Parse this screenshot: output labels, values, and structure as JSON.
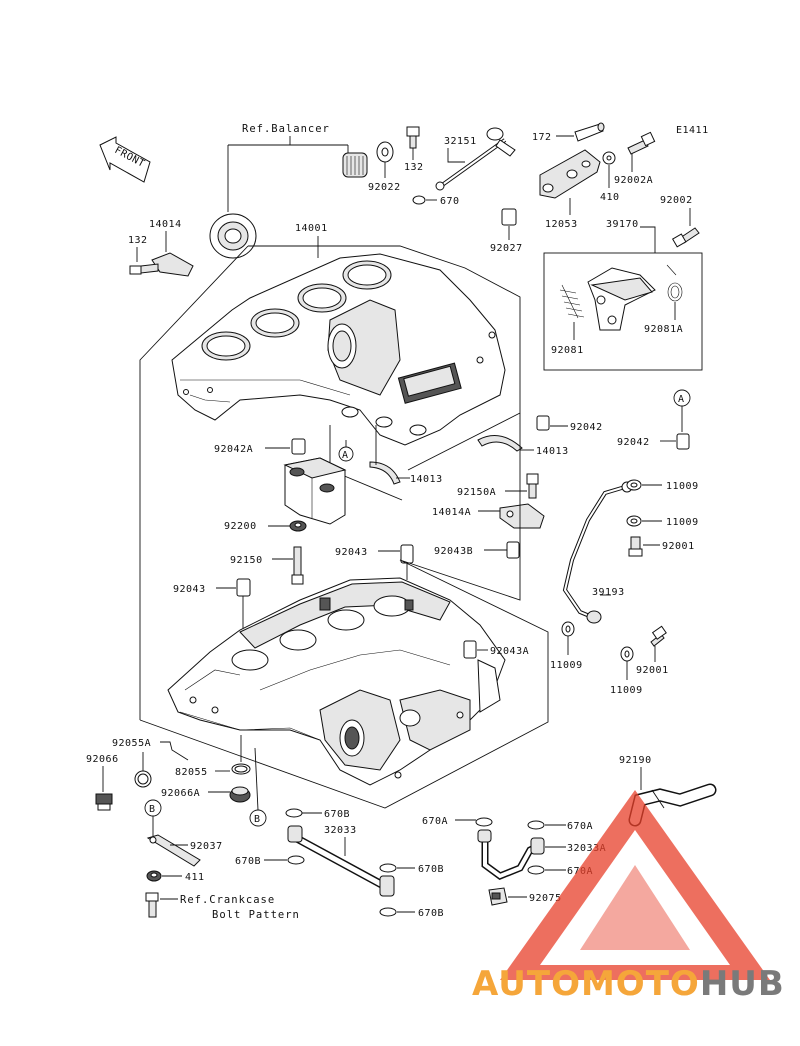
{
  "diagram": {
    "code": "E1411",
    "front_label": "FRONT",
    "ref_balancer": "Ref.Balancer",
    "ref_crankcase_line1": "Ref.Crankcase",
    "ref_crankcase_line2": "Bolt Pattern",
    "circle_a": "A",
    "circle_b": "B",
    "parts": {
      "p14014_top": "14014",
      "p132_left": "132",
      "p92022": "92022",
      "p132_mid": "132",
      "p32151": "32151",
      "p670_top": "670",
      "p172": "172",
      "p92002A": "92002A",
      "p410": "410",
      "p12053": "12053",
      "p92027": "92027",
      "p92002": "92002",
      "p39170": "39170",
      "p92081": "92081",
      "p92081A": "92081A",
      "p14001": "14001",
      "p92042_right": "92042",
      "p92042_far": "92042",
      "p92042A": "92042A",
      "p14013_right": "14013",
      "p14013_low": "14013",
      "p92150A": "92150A",
      "p14014A": "14014A",
      "p11009_1": "11009",
      "p11009_2": "11009",
      "p92001_1": "92001",
      "p92200": "92200",
      "p92043_mid": "92043",
      "p92043B": "92043B",
      "p92150": "92150",
      "p92043_left": "92043",
      "p39193": "39193",
      "p92043A": "92043A",
      "p11009_3": "11009",
      "p92001_2": "92001",
      "p11009_4": "11009",
      "p92055A": "92055A",
      "p92066": "92066",
      "p82055": "82055",
      "p92066A": "92066A",
      "p92190": "92190",
      "p670B_1": "670B",
      "p32033": "32033",
      "p670A_1": "670A",
      "p670A_2": "670A",
      "p32033A": "32033A",
      "p670A_3": "670A",
      "p92037": "92037",
      "p411": "411",
      "p670B_2": "670B",
      "p670B_3": "670B",
      "p92075": "92075",
      "p670B_4": "670B"
    }
  },
  "watermark": {
    "text_part1": "AUTOMOTO",
    "text_part2": "HUB",
    "colors": {
      "part1": "#f5a63a",
      "part2": "#7a7a7a",
      "triangle": "#e8402a"
    }
  }
}
